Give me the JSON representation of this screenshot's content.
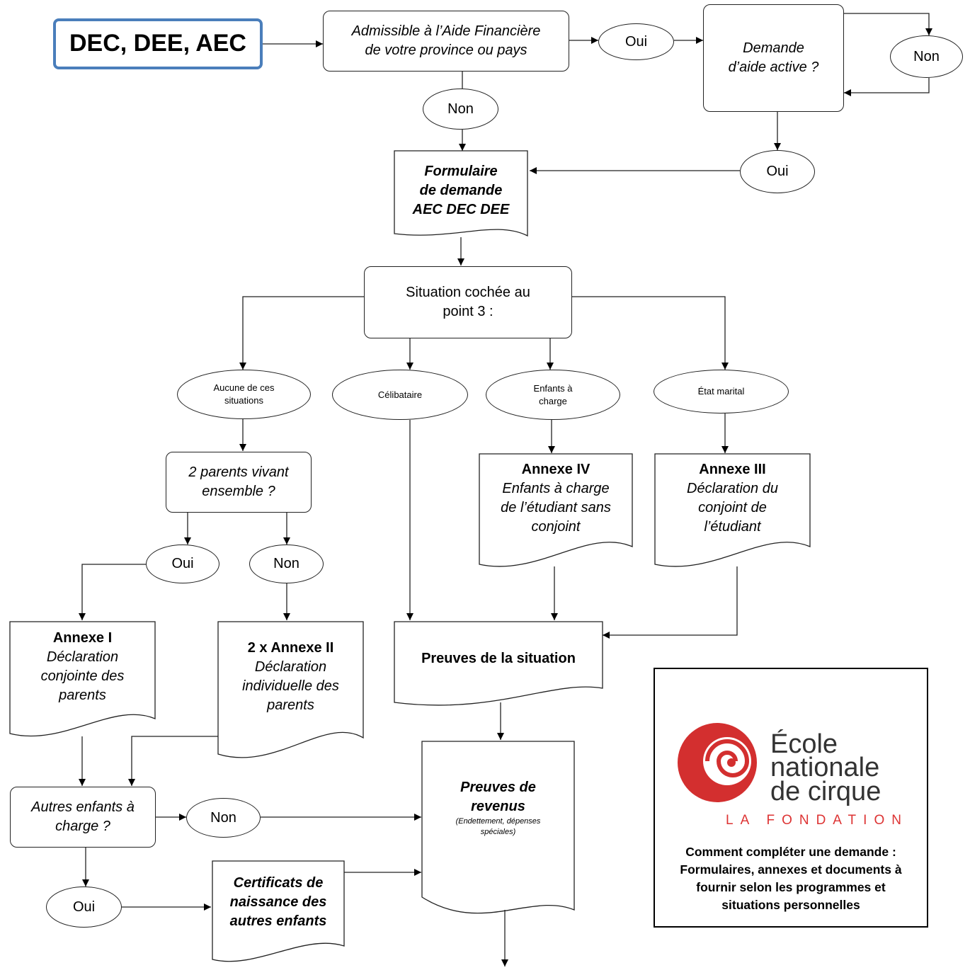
{
  "start": {
    "label": "DEC, DEE, AEC"
  },
  "nodes": {
    "admissible": {
      "line1": "Admissible à l’Aide Financière",
      "line2": "de votre province ou pays"
    },
    "oui_top": "Oui",
    "demande_active": {
      "line1": "Demande",
      "line2": "d’aide active ?"
    },
    "non_right": "Non",
    "non_left": "Non",
    "oui_mid": "Oui",
    "formulaire": {
      "line1": "Formulaire",
      "line2": "de demande",
      "line3": "AEC DEC DEE"
    },
    "situation": {
      "line1": "Situation cochée au",
      "line2": "point 3 :"
    },
    "aucune": {
      "line1": "Aucune de ces",
      "line2": "situations"
    },
    "celibataire": "Célibataire",
    "enfants_charge": {
      "line1": "Enfants à",
      "line2": "charge"
    },
    "etat_marital": "État marital",
    "deux_parents": {
      "line1": "2 parents vivant",
      "line2": "ensemble ?"
    },
    "oui_parents": "Oui",
    "non_parents": "Non",
    "annexe_iv": {
      "title": "Annexe IV",
      "line1": "Enfants à charge",
      "line2": "de l’étudiant sans",
      "line3": "conjoint"
    },
    "annexe_iii": {
      "title": "Annexe III",
      "line1": "Déclaration du",
      "line2": "conjoint de",
      "line3": "l’étudiant"
    },
    "annexe_i": {
      "title": "Annexe I",
      "line1": "Déclaration",
      "line2": "conjointe des",
      "line3": "parents"
    },
    "annexe_ii": {
      "title": "2 x Annexe II",
      "line1": "Déclaration",
      "line2": "individuelle des",
      "line3": "parents"
    },
    "preuves_situation": "Preuves de la situation",
    "preuves_revenus": {
      "line1": "Preuves de",
      "line2": "revenus",
      "note1": "(Endettement, dépenses",
      "note2": "spéciales)"
    },
    "autres_enfants": {
      "line1": "Autres enfants à",
      "line2": "charge ?"
    },
    "non_autres": "Non",
    "oui_autres": "Oui",
    "certificats": {
      "line1": "Certificats de",
      "line2": "naissance des",
      "line3": "autres enfants"
    }
  },
  "logo": {
    "line1": "École",
    "line2": "nationale",
    "line3": "de cirque",
    "tagline": "LA FONDATION",
    "caption1": "Comment compléter une demande :",
    "caption2": "Formulaires, annexes et documents à",
    "caption3": "fournir selon les programmes et",
    "caption4": "situations personnelles"
  },
  "colors": {
    "start_border": "#4a7ebb",
    "logo_red": "#d32f2f",
    "line": "#222222"
  }
}
